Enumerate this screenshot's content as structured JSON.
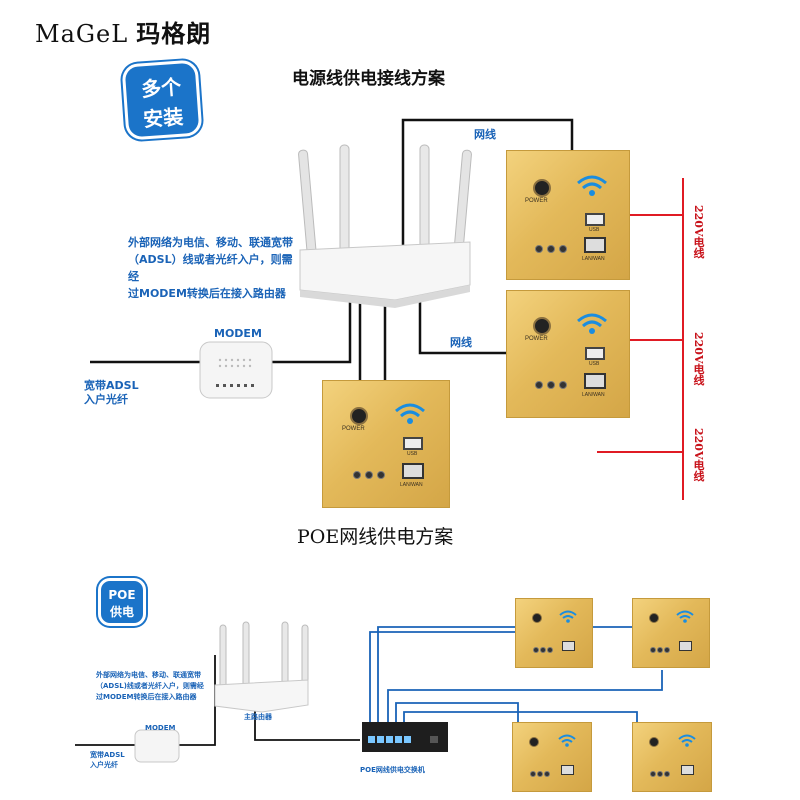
{
  "brand": {
    "latin": "MaGeL",
    "chinese": "玛格朗"
  },
  "badge_top": {
    "line1": "多个",
    "line2": "安装"
  },
  "badge_bottom": {
    "line1": "POE",
    "line2": "供电"
  },
  "section1": {
    "title": "电源线供电接线方案",
    "external_network_note": [
      "外部网络为电信、移动、联通宽带",
      "（ADSL）线或者光纤入户，则需经",
      "过MODEM转换后在接入路由器"
    ],
    "modem_label": "MODEM",
    "adsl_label": [
      "宽带ADSL",
      "入户光纤"
    ],
    "cable_label_1": "网线",
    "cable_label_2": "网线",
    "power_labels": [
      "220V电线",
      "220V电线",
      "220V电线"
    ]
  },
  "section2": {
    "title": "POE网线供电方案",
    "external_network_note": [
      "外部网络为电信、移动、联通宽带",
      "（ADSL)线或者光纤入户，则需经",
      "过MODEM转换后在接入路由器"
    ],
    "modem_label": "MODEM",
    "adsl_label": [
      "宽带ADSL",
      "入户光纤"
    ],
    "router_label": "主路由器",
    "switch_label": "POE网线供电交换机"
  },
  "panel": {
    "power_label": "POWER",
    "usb_label": "USB",
    "lan_label": "LAN/WAN"
  },
  "colors": {
    "accent_blue": "#1b74c9",
    "power_red": "#e01b24",
    "cable_black": "#111111",
    "cable_blue": "#1a63b7",
    "panel_gold": "#e3b95a"
  }
}
